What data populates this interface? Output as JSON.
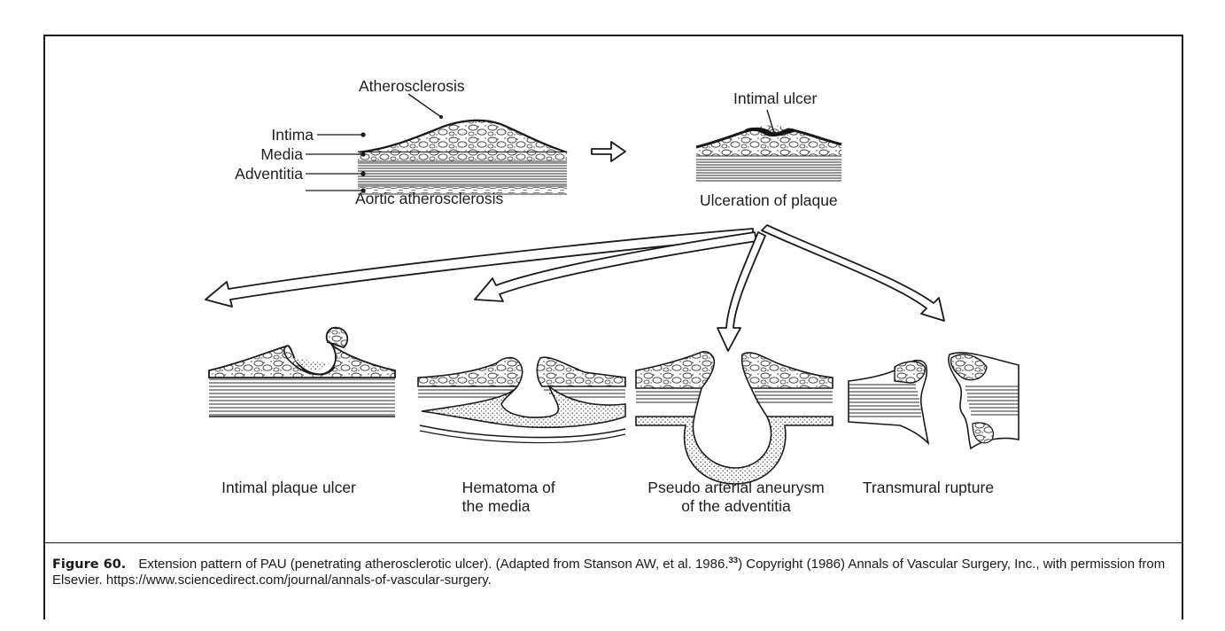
{
  "diagram": {
    "top_left": {
      "atherosclerosis_label": "Atherosclerosis",
      "layer_labels": [
        "Intima",
        "Media",
        "Adventitia"
      ],
      "caption": "Aortic atherosclerosis"
    },
    "top_right": {
      "ulcer_label": "Intimal ulcer",
      "caption": "Ulceration of plaque"
    },
    "outcomes": [
      {
        "lines": [
          "Intimal plaque ulcer"
        ]
      },
      {
        "lines": [
          "Hematoma of",
          "the media"
        ]
      },
      {
        "lines": [
          "Pseudo arterial aneurysm",
          "of the adventitia"
        ]
      },
      {
        "lines": [
          "Transmural rupture"
        ]
      }
    ]
  },
  "caption": {
    "figure_number": "Figure 60.",
    "text_before_ref": "Extension pattern of PAU (penetrating atherosclerotic ulcer). (Adapted from Stanson AW, et al. 1986.",
    "ref_number": "33",
    "text_after_ref": ") Copyright (1986) Annals of Vascular Surgery, Inc., with permission from Elsevier. https://www.sciencedirect.com/journal/annals-of-vascular-surgery."
  }
}
